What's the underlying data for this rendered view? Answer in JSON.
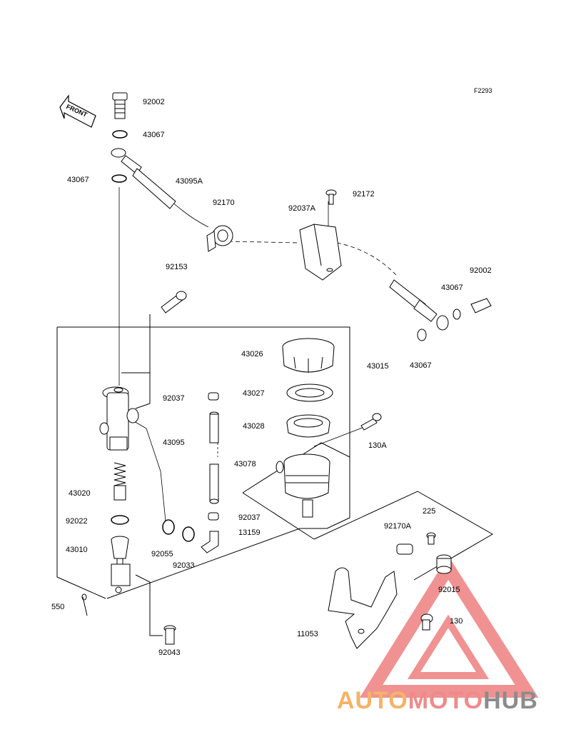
{
  "figure_code": "F2293",
  "front_label": "FRONT",
  "parts": {
    "p92002a": "92002",
    "p43067a": "43067",
    "p43067b": "43067",
    "p43095A": "43095A",
    "p92170": "92170",
    "p92037A": "92037A",
    "p92172": "92172",
    "p92002b": "92002",
    "p43067c": "43067",
    "p43067d": "43067",
    "p92153": "92153",
    "p43026": "43026",
    "p43015": "43015",
    "p92037a": "92037",
    "p43027": "43027",
    "p43028": "43028",
    "p130A": "130A",
    "p43095": "43095",
    "p43078": "43078",
    "p43020": "43020",
    "p92022": "92022",
    "p92037b": "92037",
    "p13159": "13159",
    "p43010": "43010",
    "p92055": "92055",
    "p92033": "92033",
    "p225": "225",
    "p92170A": "92170A",
    "p92015": "92015",
    "p550": "550",
    "p130": "130",
    "p11053": "11053",
    "p92043": "92043"
  },
  "watermark": {
    "part1": "AUTO",
    "part2": "MOTO",
    "part3": "HUB"
  }
}
